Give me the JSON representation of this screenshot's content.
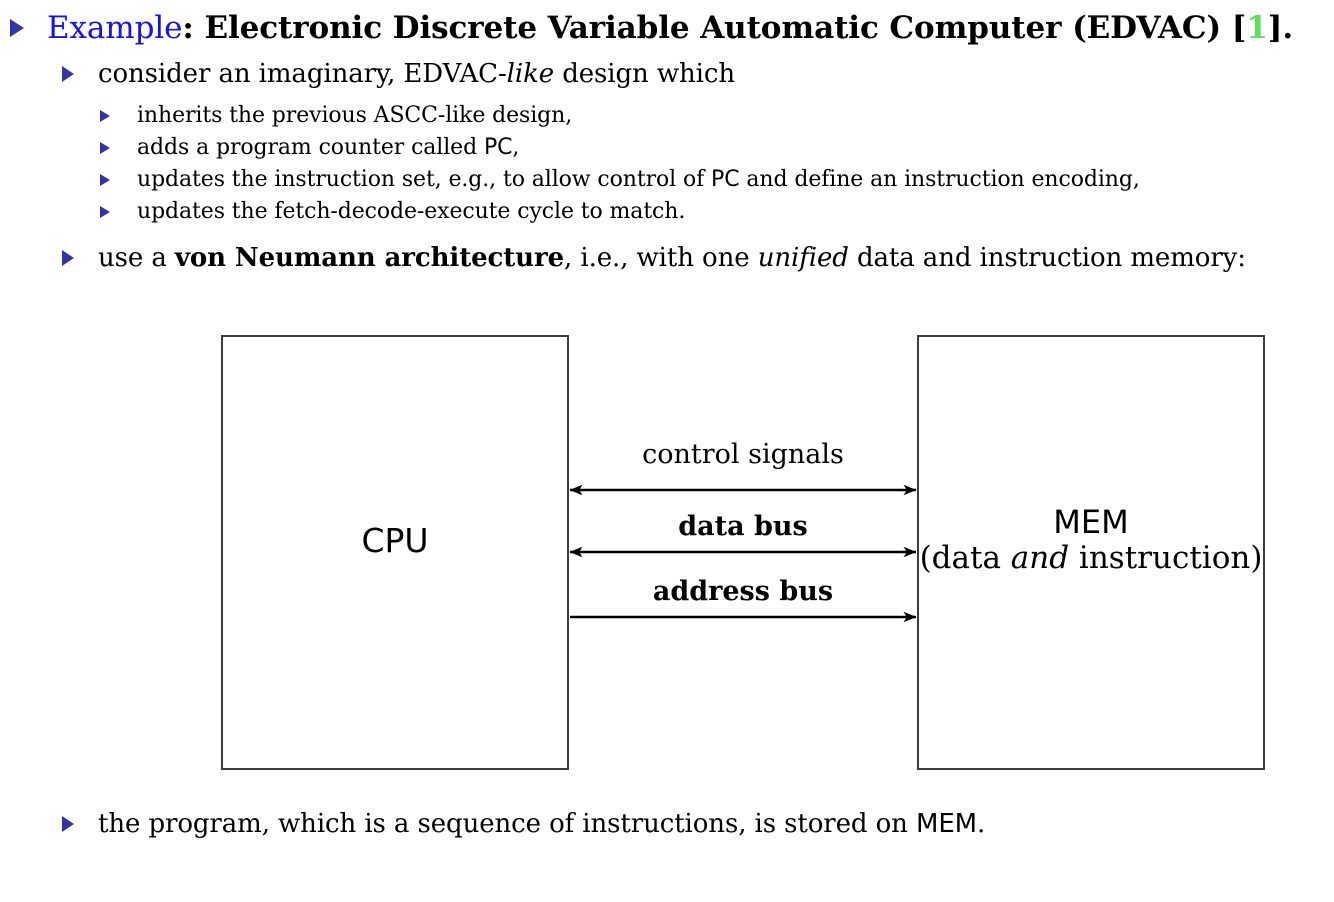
{
  "slide": {
    "bullets": [
      {
        "level": 1,
        "keyword": "Example",
        "separator": ":",
        "text": " Electronic Discrete Variable Automatic Computer (EDVAC) ",
        "citation_open": "[",
        "citation_number": "1",
        "citation_close": "].",
        "bullet_icon": "triangle-bullet-icon"
      },
      {
        "level": 2,
        "parts": [
          {
            "t": "consider an imaginary, EDVAC-",
            "style": "normal"
          },
          {
            "t": "like",
            "style": "italic"
          },
          {
            "t": " design which",
            "style": "normal"
          }
        ]
      },
      {
        "level": 3,
        "parts": [
          {
            "t": "inherits the previous ASCC-like design,",
            "style": "normal"
          }
        ]
      },
      {
        "level": 3,
        "parts": [
          {
            "t": "adds a program counter called ",
            "style": "normal"
          },
          {
            "t": "PC",
            "style": "sans"
          },
          {
            "t": ",",
            "style": "normal"
          }
        ]
      },
      {
        "level": 3,
        "parts": [
          {
            "t": "updates the instruction set, e.g., to allow control of ",
            "style": "normal"
          },
          {
            "t": "PC",
            "style": "sans"
          },
          {
            "t": " and define an instruction encoding,",
            "style": "normal"
          }
        ]
      },
      {
        "level": 3,
        "parts": [
          {
            "t": "updates the fetch-decode-execute cycle to match.",
            "style": "normal"
          }
        ]
      },
      {
        "level": 2,
        "parts": [
          {
            "t": "use a ",
            "style": "normal"
          },
          {
            "t": "von Neumann architecture",
            "style": "bold"
          },
          {
            "t": ", i.e., with one ",
            "style": "normal"
          },
          {
            "t": "unified",
            "style": "italic"
          },
          {
            "t": " data and instruction memory:",
            "style": "normal"
          }
        ]
      },
      {
        "level": 2,
        "parts": [
          {
            "t": "the program, which is a sequence of instructions, is stored on ",
            "style": "normal"
          },
          {
            "t": "MEM",
            "style": "sans"
          },
          {
            "t": ".",
            "style": "normal"
          }
        ]
      }
    ]
  },
  "diagram": {
    "cpu": {
      "label": "CPU"
    },
    "mem": {
      "label": "MEM",
      "sub_pre": "(data ",
      "sub_italic": "and",
      "sub_post": " instruction)"
    },
    "buses": [
      {
        "label": "control signals",
        "weight": "normal",
        "direction": "bidirectional"
      },
      {
        "label": "data bus",
        "weight": "bold",
        "direction": "bidirectional"
      },
      {
        "label": "address bus",
        "weight": "bold",
        "direction": "right"
      }
    ]
  },
  "colors": {
    "bullet": "#3434a8",
    "keyword": "#1414ef",
    "citation": "#5ce05c",
    "box_border": "#3d3d3d",
    "background": "#ffffff"
  }
}
